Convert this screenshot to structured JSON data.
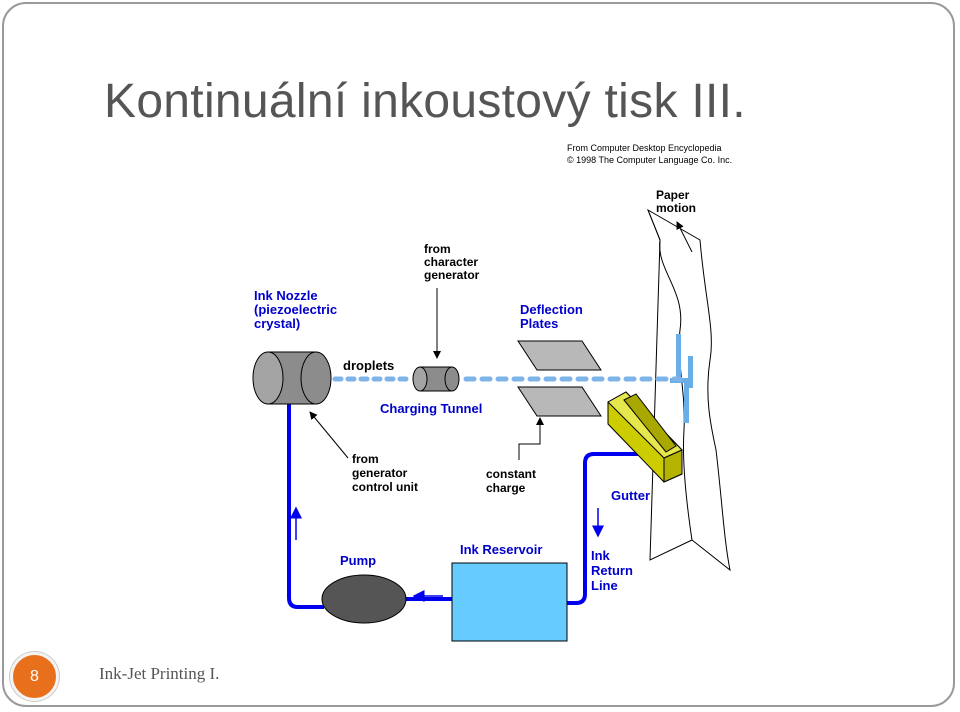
{
  "slide": {
    "title": "Kontinuální inkoustový tisk III.",
    "page_number": "8",
    "footer": "Ink-Jet Printing I."
  },
  "diagram": {
    "credit_line1": "From Computer Desktop Encyclopedia",
    "credit_line2": "© 1998 The Computer Language Co. Inc.",
    "paper_motion": [
      "Paper",
      "motion"
    ],
    "from_character_generator": [
      "from",
      "character",
      "generator"
    ],
    "deflection_plates": [
      "Deflection",
      "Plates"
    ],
    "ink_nozzle": [
      "Ink Nozzle",
      "(piezoelectric",
      "crystal)"
    ],
    "droplets": "droplets",
    "charging_tunnel": "Charging Tunnel",
    "from_generator_control": [
      "from",
      "generator",
      "control unit"
    ],
    "constant_charge": [
      "constant",
      "charge"
    ],
    "gutter": "Gutter",
    "pump": "Pump",
    "ink_reservoir": "Ink Reservoir",
    "ink_return_line": [
      "Ink",
      "Return",
      "Line"
    ]
  },
  "colors": {
    "ink_line": "#0000ee",
    "droplet": "#88bbee",
    "reservoir": "#66ccff",
    "gutter": "#cccc00",
    "plates": "#b8b8b8",
    "badge": "#e8701c"
  }
}
